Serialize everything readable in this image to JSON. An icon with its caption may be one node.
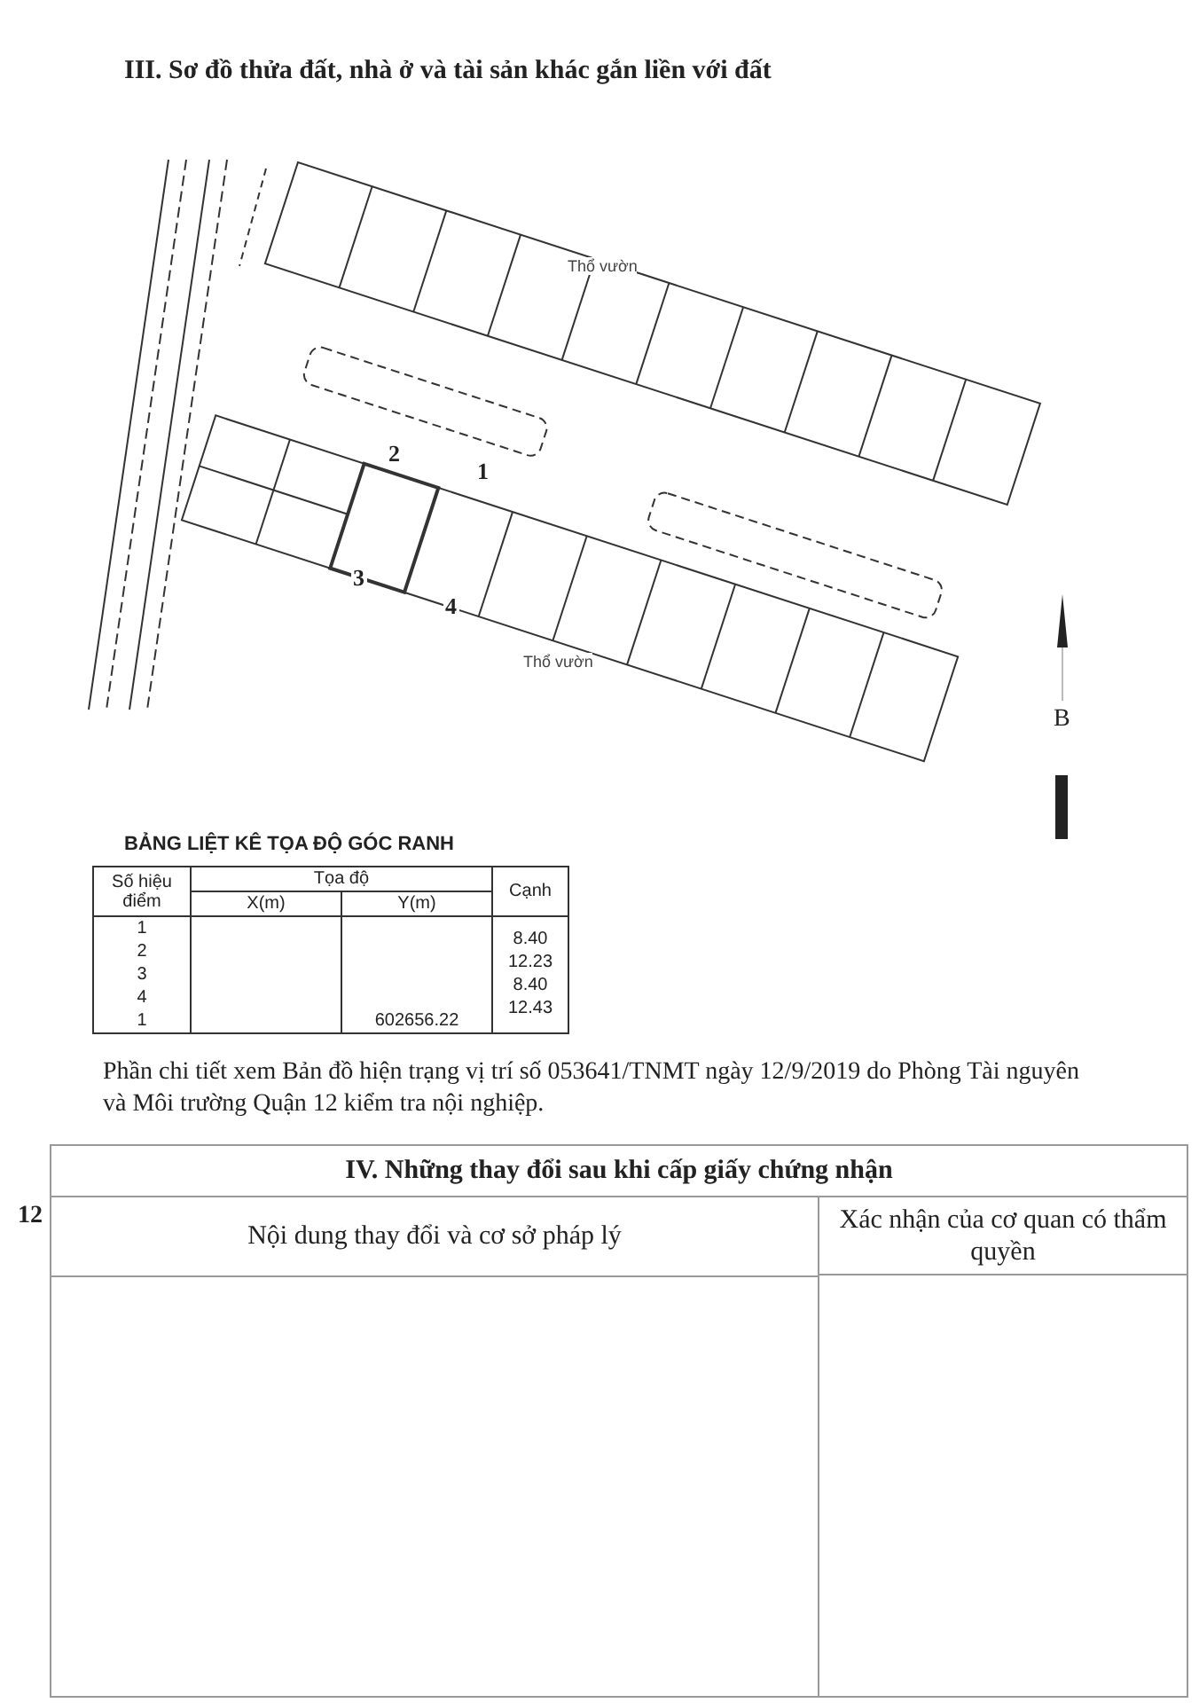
{
  "diagram": {
    "title": "III. Sơ đồ thửa đất, nhà ở và tài sản khác gắn liền với đất",
    "labels": [
      "Thổ vườn",
      "2",
      "1",
      "3",
      "4",
      "Thổ vườn",
      "B",
      "BẢNG LIỆT KÊ TỌA ĐỘ GÓC RANH",
      "Số hiệu điểm",
      "Tọa độ",
      "Cạnh",
      "X(m)",
      "Y(m)",
      "1",
      "2",
      "3",
      "4",
      "1",
      "602656.22",
      "8.40",
      "12.23",
      "8.40",
      "12.43",
      "Phần chi tiết xem Bản đồ hiện trạng vị trí số 053641/TNMT ngày 12/9/2019 do Phòng Tài nguyên và Môi trường Quận 12 kiểm tra nội nghiệp.",
      "12",
      "IV. Những thay đổi sau khi cấp giấy chứng nhận",
      "Nội dung thay đổi và cơ sở pháp lý",
      "Xác nhận của cơ quan có thẩm quyền"
    ]
  }
}
